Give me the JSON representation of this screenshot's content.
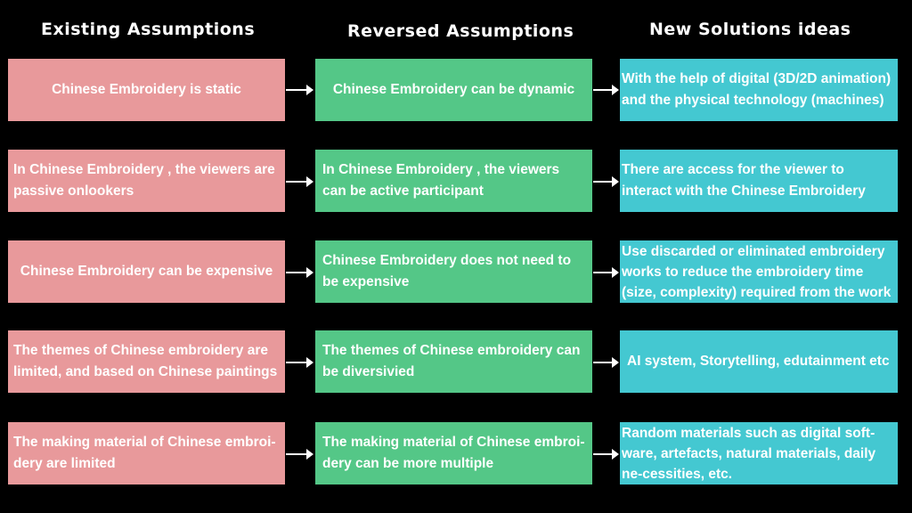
{
  "headers": {
    "existing": "Existing  Assumptions",
    "reversed": "Reversed Assumptions",
    "new": "New  Solutions  ideas"
  },
  "rows": [
    {
      "existing": "Chinese Embroidery  is static",
      "reversed": "Chinese Embroidery  can be dynamic",
      "new": "With the help of digital  (3D/2D animation) and the physical technology  (machines)"
    },
    {
      "existing": "In Chinese Embroidery , the viewers are passive onlookers",
      "reversed": "In Chinese Embroidery , the viewers can be active participant",
      "new": "There are access for the viewer to interact with the Chinese Embroidery"
    },
    {
      "existing": "Chinese Embroidery can be expensive",
      "reversed": "Chinese Embroidery does not need to be expensive",
      "new": "Use discarded or eliminated embroidery works to reduce the embroidery time (size, complexity) required from the work"
    },
    {
      "existing": "The themes of Chinese embroidery are limited, and based on Chinese paintings",
      "reversed": "The themes of Chinese embroidery can be diversivied",
      "new": "AI system, Storytelling, edutainment etc"
    },
    {
      "existing": "The making material of Chinese embroi-dery are limited",
      "reversed": "The making material of Chinese embroi-dery can be more multiple",
      "new": "Random materials such as digital soft-ware, artefacts, natural materials, daily ne-cessities, etc."
    }
  ],
  "colors": {
    "background": "#000000",
    "existing_box": "#e8999b",
    "reversed_box": "#54c787",
    "new_box": "#44c8d1",
    "text": "#ffffff"
  }
}
